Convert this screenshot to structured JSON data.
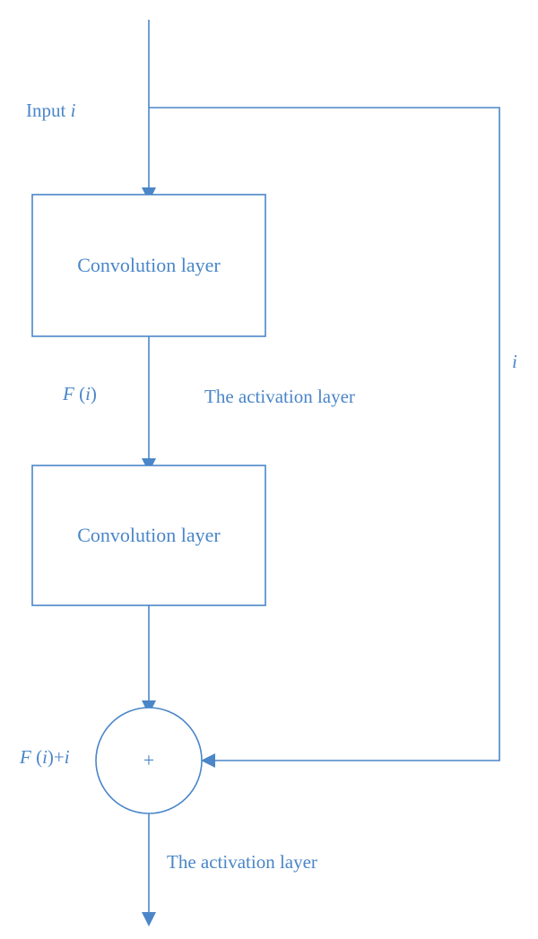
{
  "colors": {
    "stroke": "#4a86c8",
    "text": "#4a86c8",
    "background": "#ffffff"
  },
  "labels": {
    "input_prefix": "Input ",
    "input_var": "i",
    "box1": "Convolution layer",
    "box2": "Convolution layer",
    "f_label_F": "F",
    "f_label_open": " (",
    "f_label_i": "i",
    "f_label_close": ")",
    "activation1": "The activation layer",
    "skip_label": "i",
    "sum_symbol": "+",
    "out_label_F": "F",
    "out_label_open": " (",
    "out_label_i": "i",
    "out_label_mid": ")+",
    "out_label_i2": "i",
    "activation2": "The activation layer"
  }
}
